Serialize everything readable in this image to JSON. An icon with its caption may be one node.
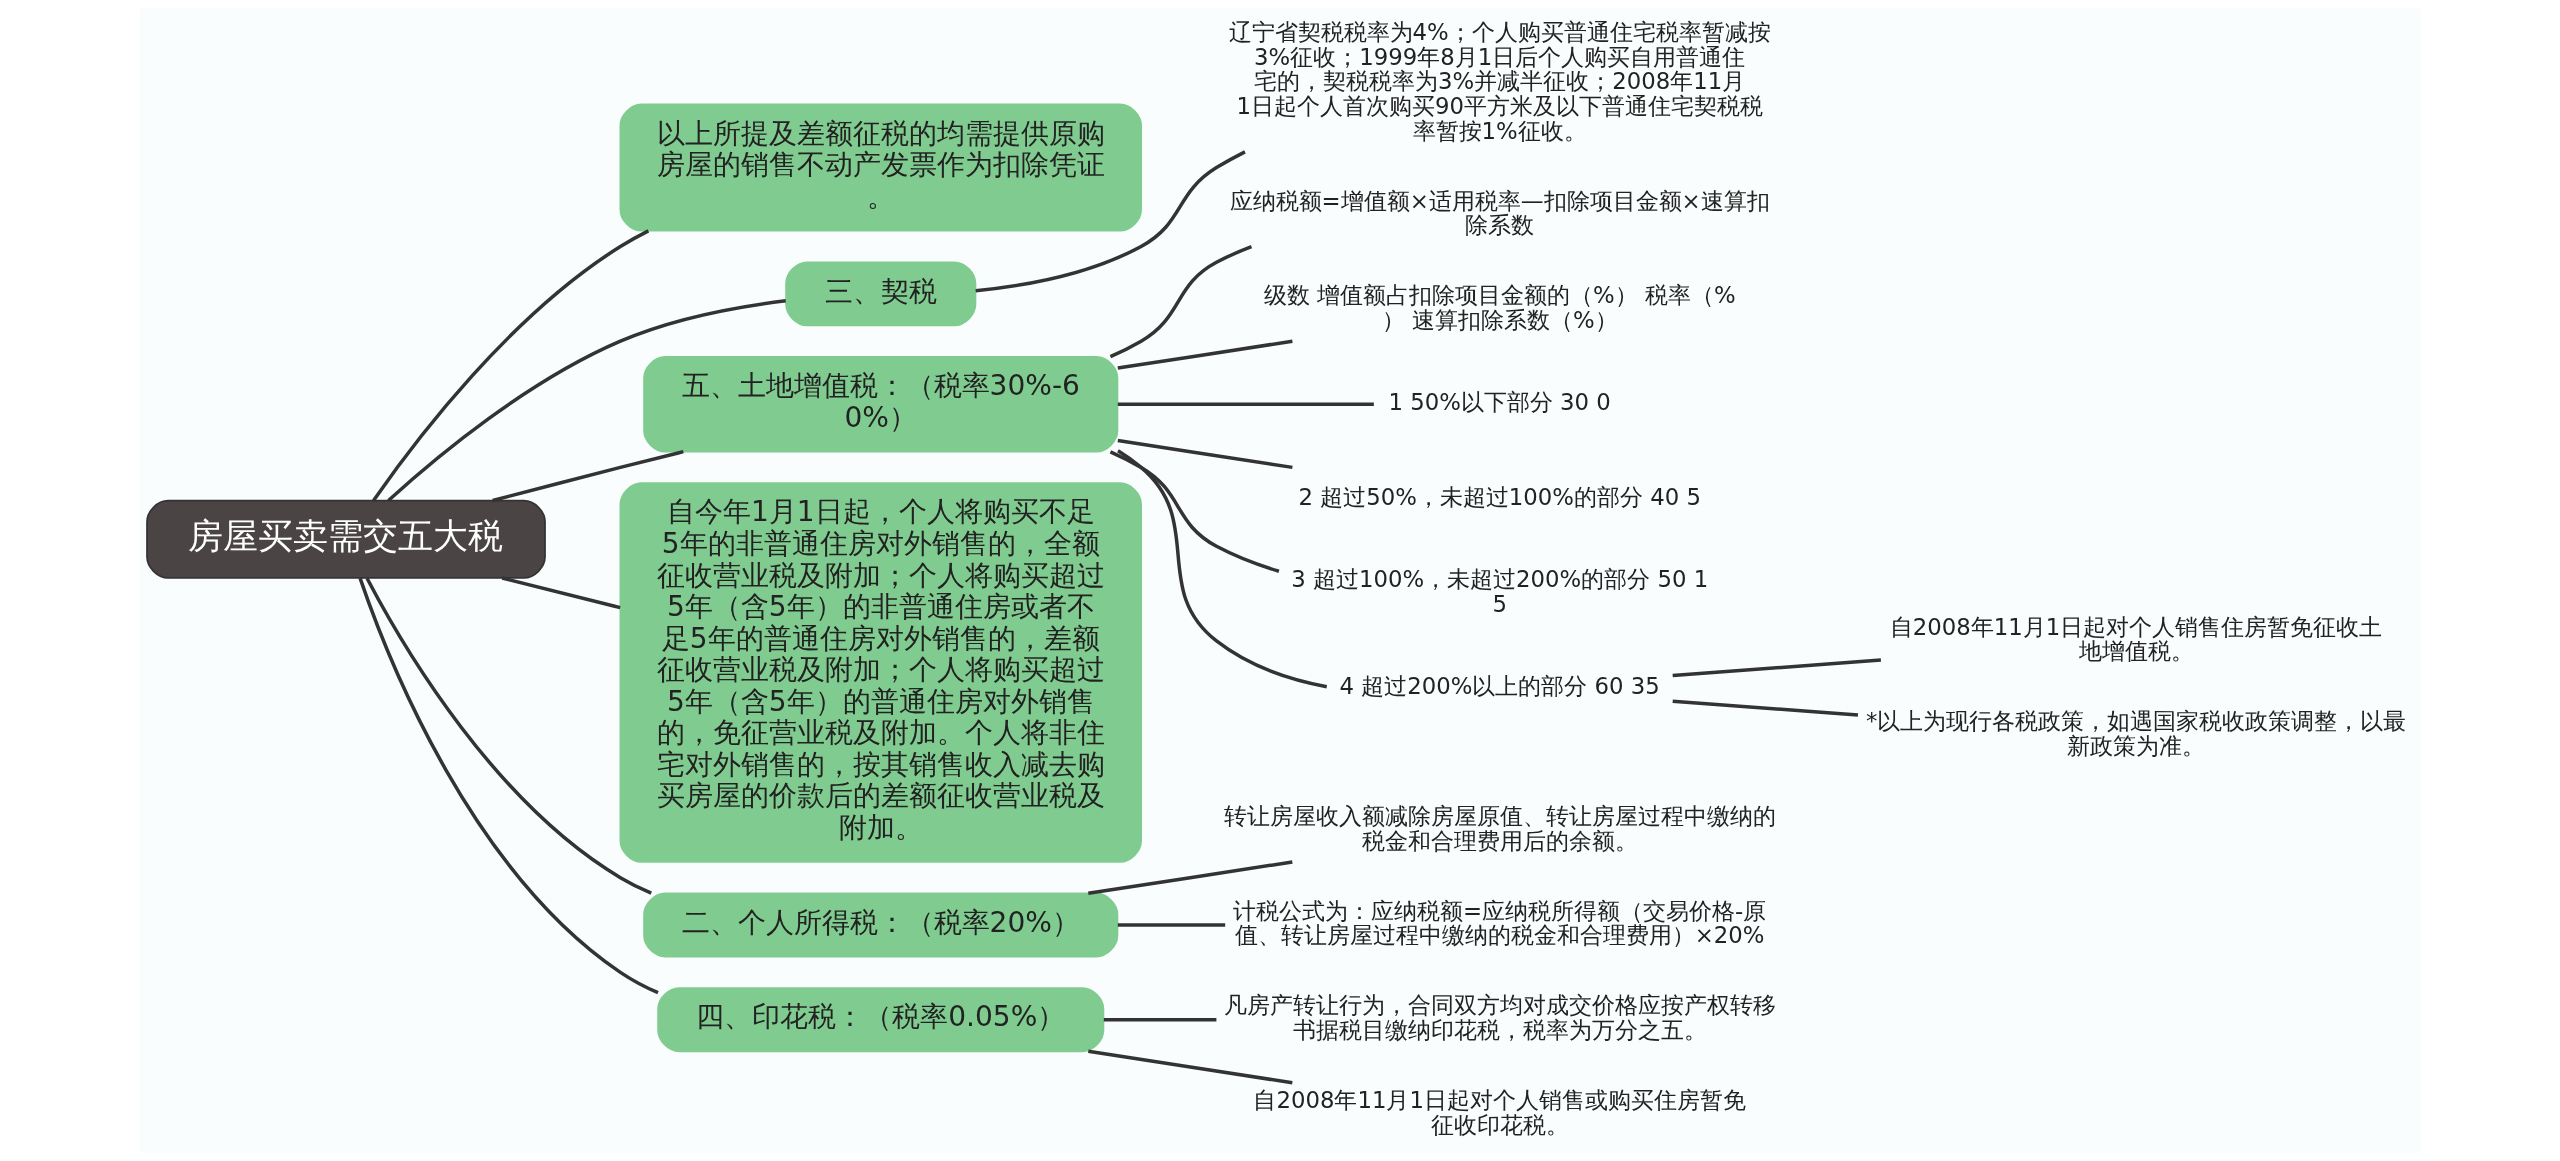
{
  "diagram": {
    "nodes": [
      {
        "text": [
          "房屋买卖需交五大税"
        ]
      },
      {
        "text": [
          "以上所提及差额征税的均需提供原购房屋的销售不动产发票作为扣除凭证。"
        ]
      },
      {
        "text": [
          "三、契税"
        ]
      },
      {
        "text": [
          "辽宁省契税税率为4%；个人购买普通住宅税率暂减按3%征收；1999年8月1日后个人购买自用普通住宅的，契税税率为3%并减半征收；2008年11月1日起个人首次购买90平方米及以下普通住宅契税税率暂按1%征收。"
        ]
      },
      {
        "text": [
          "五、土地增值税：（税率30%-60%）"
        ]
      },
      {
        "text": [
          "应纳税额=增值额×适用税率—扣除项目金额×速算扣除系数"
        ]
      },
      {
        "text": [
          "级数 增值额占扣除项目金额的（%） 税率（%） 速算扣除系数（%）"
        ]
      },
      {
        "text": [
          "1 50%以下部分 30 0"
        ]
      },
      {
        "text": [
          "2 超过50%，未超过100%的部分 40 5"
        ]
      },
      {
        "text": [
          "3 超过100%，未超过200%的部分 50 15"
        ]
      },
      {
        "text": [
          "4 超过200%以上的部分 60 35"
        ]
      },
      {
        "text": [
          "自2008年11月1日起对个人销售住房暂免征收土地增值税。"
        ]
      },
      {
        "text": [
          "*以上为现行各税政策，如遇国家税收政策调整，以最新政策为准。"
        ]
      },
      {
        "text": [
          "自今年1月1日起，个人将购买不足5年的非普通住房对外销售的，全额征收营业税及附加；个人将购买超过5年（含5年）的非普通住房或者不足5年的普通住房对外销售的，差额征收营业税及附加；个人将购买超过5年（含5年）的普通住房对外销售的，免征营业税及附加。个人将非住宅对外销售的，按其销售收入减去购买房屋的价款后的差额征收营业税及附加。"
        ]
      },
      {
        "text": [
          "二、个人所得税：（税率20%）"
        ]
      },
      {
        "text": [
          "转让房屋收入额减除房屋原值、转让房屋过程中缴纳的税金和合理费用后的余额。"
        ]
      },
      {
        "text": [
          "计税公式为：应纳税额=应纳税所得额（交易价格-原值、转让房屋过程中缴纳的税金和合理费用）×20%"
        ]
      },
      {
        "text": [
          "四、印花税：（税率0.05%）"
        ]
      },
      {
        "text": [
          "凡房产转让行为，合同双方均对成交价格应按产权转移书据税目缴纳印花税，税率为万分之五。"
        ]
      },
      {
        "text": [
          "自2008年11月1日起对个人销售或购买住房暂免征收印花税。"
        ]
      }
    ],
    "edges": [
      {
        "from": 0,
        "to": 1,
        "arrow": "none"
      },
      {
        "from": 0,
        "to": 2,
        "arrow": "none"
      },
      {
        "from": 2,
        "to": 3,
        "arrow": "none"
      },
      {
        "from": 0,
        "to": 4,
        "arrow": "none"
      },
      {
        "from": 4,
        "to": 5,
        "arrow": "none"
      },
      {
        "from": 4,
        "to": 6,
        "arrow": "none"
      },
      {
        "from": 4,
        "to": 7,
        "arrow": "none"
      },
      {
        "from": 4,
        "to": 8,
        "arrow": "none"
      },
      {
        "from": 4,
        "to": 9,
        "arrow": "none"
      },
      {
        "from": 4,
        "to": 10,
        "arrow": "none"
      },
      {
        "from": 10,
        "to": 11,
        "arrow": "none"
      },
      {
        "from": 10,
        "to": 12,
        "arrow": "none"
      },
      {
        "from": 0,
        "to": 13,
        "arrow": "none"
      },
      {
        "from": 0,
        "to": 14,
        "arrow": "none"
      },
      {
        "from": 14,
        "to": 15,
        "arrow": "none"
      },
      {
        "from": 14,
        "to": 16,
        "arrow": "none"
      },
      {
        "from": 0,
        "to": 17,
        "arrow": "none"
      },
      {
        "from": 17,
        "to": 18,
        "arrow": "none"
      },
      {
        "from": 17,
        "to": 19,
        "arrow": "none"
      }
    ]
  }
}
